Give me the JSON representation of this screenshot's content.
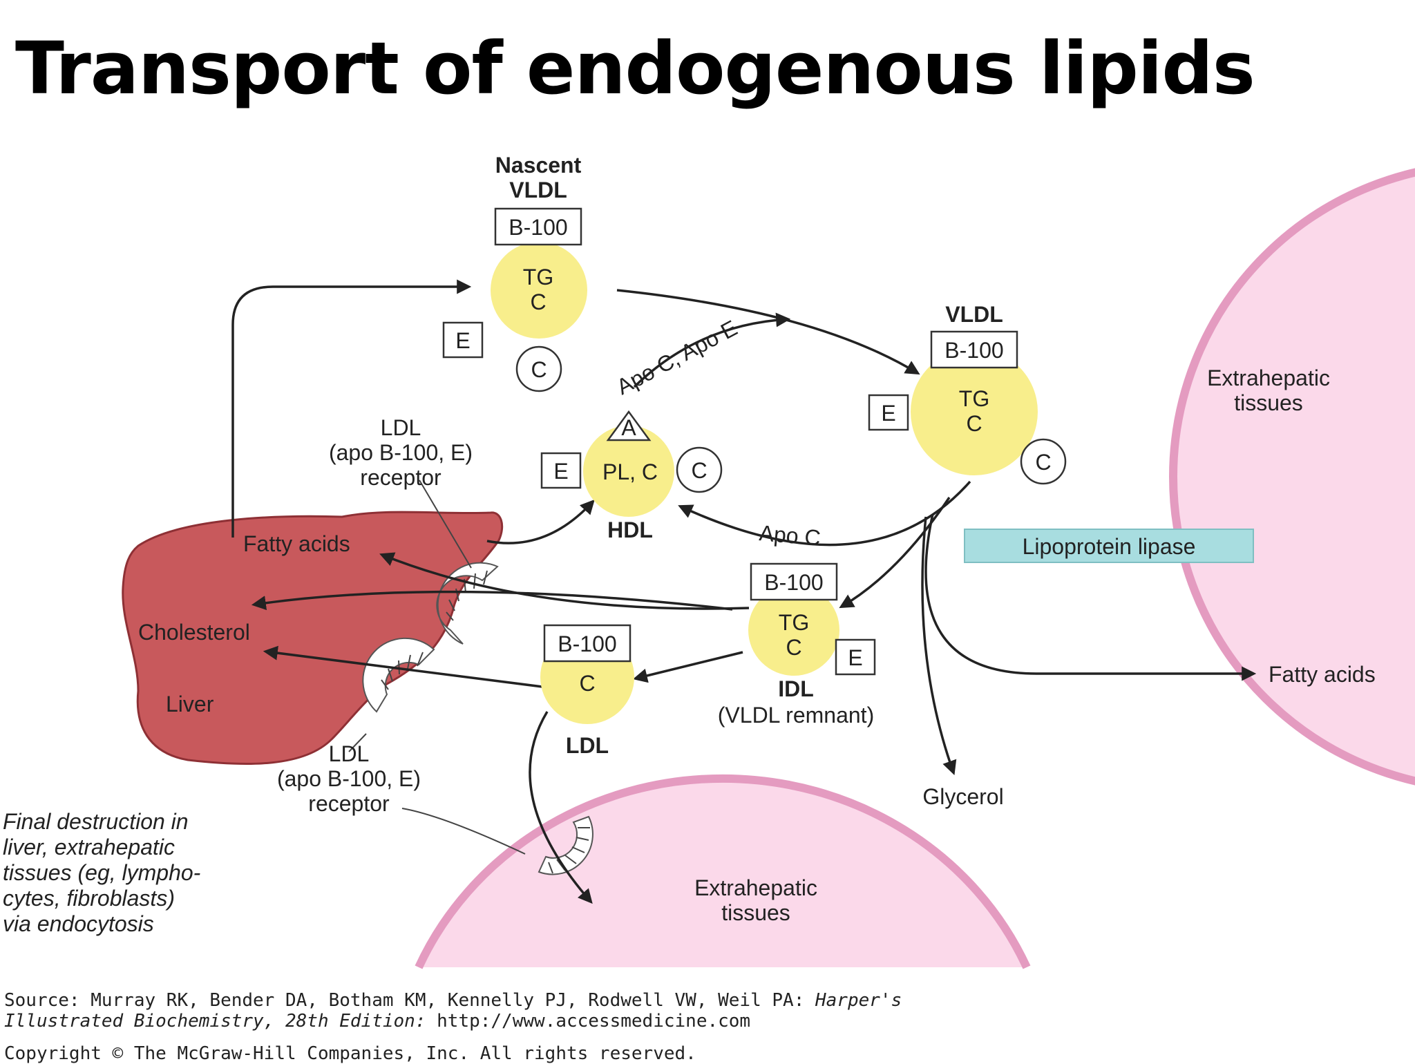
{
  "title": "Transport of endogenous lipids",
  "diagram": {
    "nascent_vldl": {
      "label_line1": "Nascent",
      "label_line2": "VLDL",
      "apo": "B-100",
      "core_line1": "TG",
      "core_line2": "C",
      "apo_e": "E",
      "apo_c": "C"
    },
    "vldl": {
      "label": "VLDL",
      "apo": "B-100",
      "core_line1": "TG",
      "core_line2": "C",
      "apo_e": "E",
      "apo_c": "C"
    },
    "hdl": {
      "label": "HDL",
      "core": "PL, C",
      "apo_e": "E",
      "apo_c": "C",
      "apo_a": "A"
    },
    "idl": {
      "label": "IDL",
      "sublabel": "(VLDL remnant)",
      "apo": "B-100",
      "core_line1": "TG",
      "core_line2": "C",
      "apo_e": "E"
    },
    "ldl": {
      "label": "LDL",
      "apo": "B-100",
      "core": "C"
    },
    "liver": {
      "label": "Liver",
      "fatty_acids": "Fatty acids",
      "cholesterol": "Cholesterol"
    },
    "receptor_top": {
      "line1": "LDL",
      "line2": "(apo B-100, E)",
      "line3": "receptor"
    },
    "receptor_bottom": {
      "line1": "LDL",
      "line2": "(apo B-100, E)",
      "line3": "receptor"
    },
    "transfer_label": "Apo C, Apo E",
    "apo_c_return": "Apo C",
    "lipoprotein_lipase": "Lipoprotein lipase",
    "extrahepatic_right": {
      "line1": "Extrahepatic",
      "line2": "tissues"
    },
    "extrahepatic_bottom": {
      "line1": "Extrahepatic",
      "line2": "tissues"
    },
    "fatty_acids_out": "Fatty acids",
    "glycerol": "Glycerol",
    "final_destruction": [
      "Final destruction in",
      "liver, extrahepatic",
      "tissues (eg, lympho-",
      "cytes, fibroblasts)",
      "via endocytosis"
    ]
  },
  "colors": {
    "particle": "#f8ee8c",
    "liver": "#c8595c",
    "tissue_fill": "#fbd9ea",
    "tissue_border": "#e49bc0",
    "lipase_box": "#a8dde0"
  },
  "source": {
    "prefix": "Source: Murray RK, Bender DA, Botham KM, Kennelly PJ, Rodwell VW, Weil PA: ",
    "book_a": "Harper's",
    "book_b": "Illustrated Biochemistry, 28th Edition:",
    "url": " http://www.accessmedicine.com"
  },
  "copyright": "Copyright © The McGraw-Hill Companies, Inc. All rights reserved."
}
